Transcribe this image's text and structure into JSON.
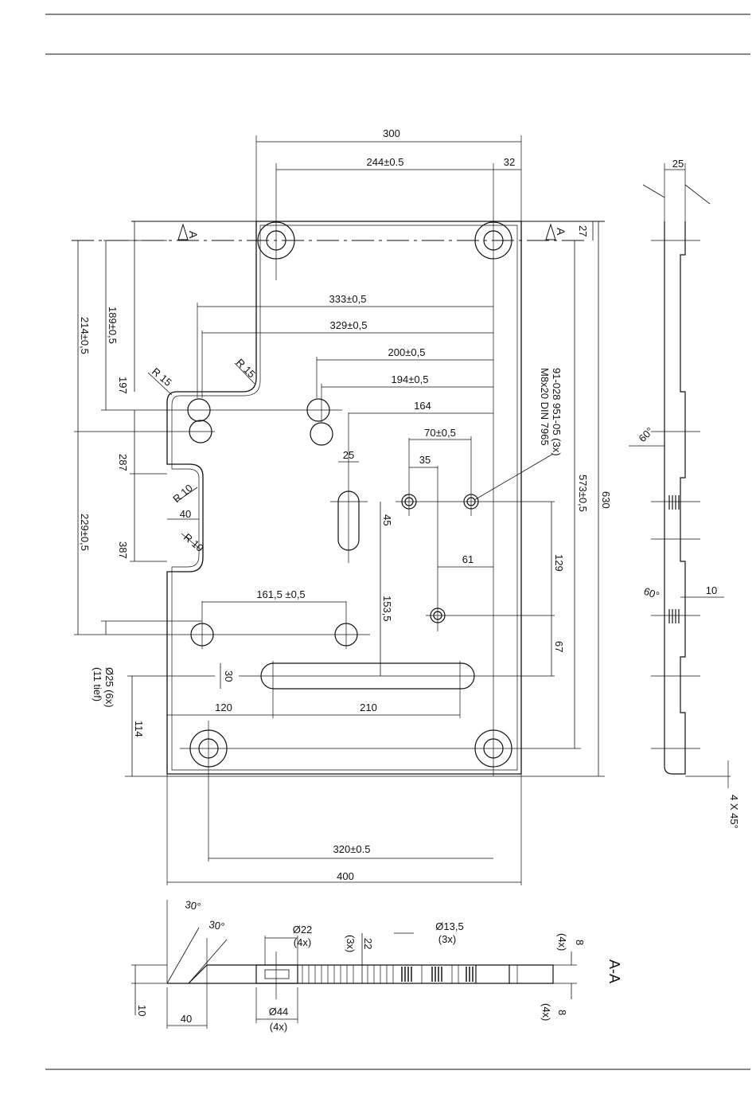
{
  "colors": {
    "ink": "#111111",
    "paper": "#ffffff"
  },
  "front_view": {
    "overall_width": "300",
    "hole_spacing_top": "244±0.5",
    "edge_offset_right": "32",
    "edge_offset_top": "27",
    "section_marker_left": "A",
    "section_marker_right": "A",
    "width_333": "333±0,5",
    "width_329": "329±0,5",
    "width_200": "200±0,5",
    "width_194": "194±0,5",
    "width_164": "164",
    "radius_r15_left": "R 15",
    "radius_r15_right": "R 15",
    "height_189": "189±0,5",
    "height_214": "214±0,5",
    "height_197": "197",
    "height_287": "287",
    "height_387": "387",
    "height_229": "229±0,5",
    "notch_width": "40",
    "radius_r10_top": "R 10",
    "radius_r10_bottom": "R 10",
    "slot_width_25": "25",
    "slot_len_45": "45",
    "spacing_70": "70±0,5",
    "spacing_35": "35",
    "offset_61": "61",
    "height_129": "129",
    "height_67": "67",
    "height_153": "153,5",
    "width_161": "161,5 ±0,5",
    "slot_height_30": "30",
    "bottom_slot_offset": "120",
    "bottom_slot_length": "210",
    "bore_note_line1": "Ø25 (6x)",
    "bore_note_line2": "(11 tief)",
    "height_114": "114",
    "bottom_hole_spacing": "320±0.5",
    "overall_height_400": "400",
    "height_573": "573±0,5",
    "overall_630": "630",
    "screw_note_line1": "91-028 951-05 (3x)",
    "screw_note_line2": "M8x20 DIN 7965"
  },
  "side_view": {
    "thickness": "25",
    "angle_upper": "60°",
    "angle_lower": "60°",
    "dim_10": "10",
    "chamfer_note": "4 X 45°"
  },
  "section_view": {
    "title": "A-A",
    "angle_1": "30°",
    "angle_2": "30°",
    "bore_22": "Ø22",
    "bore_22_count": "(4x)",
    "depth_22": "22",
    "depth_22_count": "(3x)",
    "bore_13": "Ø13,5",
    "bore_13_count": "(3x)",
    "dim_8_top": "8",
    "dim_8_top_count": "(4x)",
    "bore_44": "Ø44",
    "bore_44_count": "(4x)",
    "dim_8_bottom": "8",
    "dim_8_bottom_count": "(4x)",
    "thickness_10": "10",
    "width_40": "40"
  }
}
